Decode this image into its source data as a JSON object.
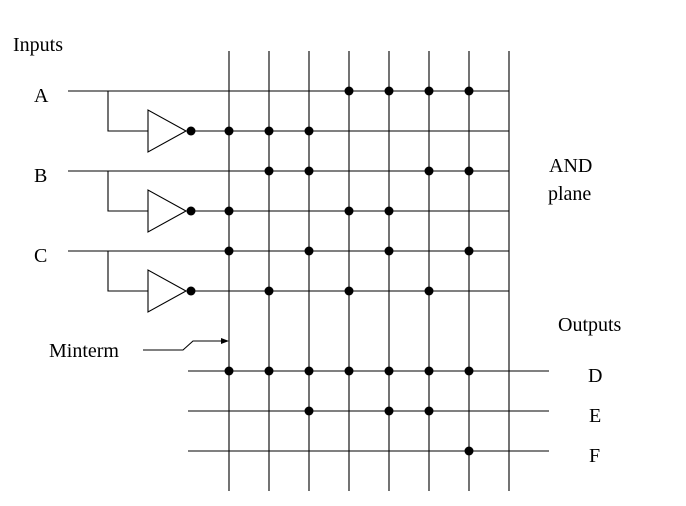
{
  "labels": {
    "inputs": "Inputs",
    "and_plane_line1": "AND",
    "and_plane_line2": "plane",
    "outputs": "Outputs",
    "minterm": "Minterm"
  },
  "inputs": [
    {
      "name": "A"
    },
    {
      "name": "B"
    },
    {
      "name": "C"
    }
  ],
  "outputs": [
    {
      "name": "D"
    },
    {
      "name": "E"
    },
    {
      "name": "F"
    }
  ],
  "and_plane_rows": [
    "A",
    "A'",
    "B",
    "B'",
    "C",
    "C'"
  ],
  "minterm_columns": 8,
  "and_plane_connections": [
    [
      3,
      4,
      5,
      6
    ],
    [
      0,
      1,
      2
    ],
    [
      1,
      2,
      5,
      6
    ],
    [
      0,
      3,
      4
    ],
    [
      0,
      2,
      4,
      6
    ],
    [
      1,
      3,
      5
    ]
  ],
  "or_plane_connections": [
    [
      0,
      1,
      2,
      3,
      4,
      5,
      6
    ],
    [
      2,
      4,
      5
    ],
    [
      6
    ]
  ]
}
